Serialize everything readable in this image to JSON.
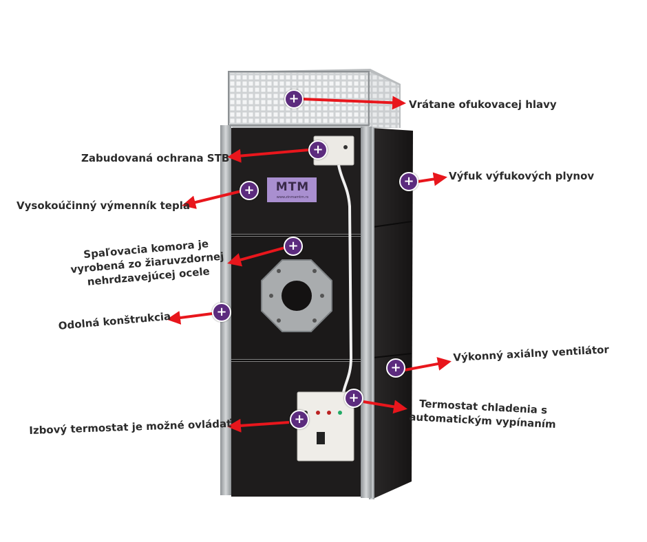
{
  "brand": {
    "logo": "MTM",
    "logo_sub": "www.zinmamtm.rs"
  },
  "colors": {
    "hotspot": "#5c2b7e",
    "arrow": "#e8161c",
    "cabinet": "#1e1c1c",
    "frame": "#a9adb0"
  },
  "callouts": [
    {
      "id": "exhaust-head",
      "text": "Vrátane ofukovacej hlavy"
    },
    {
      "id": "stb",
      "text": "Zabudovaná ochrana STB"
    },
    {
      "id": "flue",
      "text": "Výfuk výfukových plynov"
    },
    {
      "id": "exchanger",
      "text": "Vysokoúčinný výmenník tepla"
    },
    {
      "id": "chamber",
      "text": "Spaľovacia komora je\nvyrobená zo žiaruvzdornej\nnehrdzavejúcej ocele"
    },
    {
      "id": "construction",
      "text": "Odolná konštrukcia"
    },
    {
      "id": "fan",
      "text": "Výkonný axiálny ventilátor"
    },
    {
      "id": "thermostat-cool",
      "text": "Termostat chladenia s\nautomatickým vypínaním"
    },
    {
      "id": "room-thermostat",
      "text": "Izbový termostat je možné ovládať"
    }
  ]
}
